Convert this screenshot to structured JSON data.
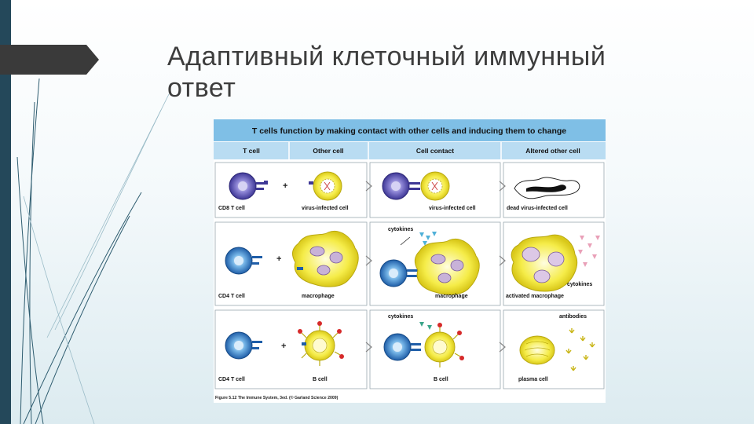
{
  "slide": {
    "title_line1": "Адаптивный клеточный иммунный",
    "title_line2": "ответ"
  },
  "figure": {
    "header": "T cells function by making contact with other cells and inducing them to change",
    "columns": [
      "T cell",
      "Other cell",
      "Cell contact",
      "Altered other cell"
    ],
    "rows": [
      {
        "t_cell": "CD8 T cell",
        "other_cell": "virus-infected cell",
        "contact_cell": "virus-infected cell",
        "result": "dead virus-infected cell",
        "contact_note": "",
        "result_note": ""
      },
      {
        "t_cell": "CD4 T cell",
        "other_cell": "macrophage",
        "contact_cell": "macrophage",
        "result": "activated macrophage",
        "contact_note": "cytokines",
        "result_note": "cytokines"
      },
      {
        "t_cell": "CD4 T cell",
        "other_cell": "B cell",
        "contact_cell": "B cell",
        "result": "plasma cell",
        "contact_note": "cytokines",
        "result_note": "antibodies"
      }
    ],
    "plus": "+",
    "caption": "Figure 5.12 The Immune System, 3ed. (© Garland Science 2009)"
  },
  "colors": {
    "dark_bar": "#24485a",
    "header_blue": "#7fbfe6",
    "column_blue": "#b9dcf2",
    "cd8_cell": "#5d55b0",
    "cd4_cell": "#3a86c8",
    "target_yellow": "#f4ea3c"
  }
}
